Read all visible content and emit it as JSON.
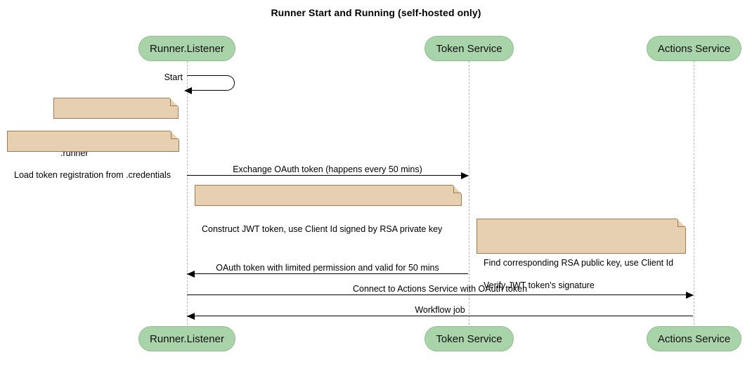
{
  "diagram": {
    "type": "sequence-diagram",
    "title": "Runner Start and Running (self-hosted only)",
    "colors": {
      "participant_fill": "#a9d3a8",
      "participant_border": "#8fbf8e",
      "note_fill": "#e7cfb1",
      "note_border": "#9e7c50",
      "lifeline": "#b6b6b6",
      "arrow": "#000000",
      "background": "#ffffff"
    },
    "participants": [
      {
        "id": "runner",
        "label": "Runner.Listener"
      },
      {
        "id": "token",
        "label": "Token Service"
      },
      {
        "id": "actions",
        "label": "Actions Service"
      }
    ],
    "participants_bottom": [
      {
        "id": "runner",
        "label": "Runner.Listener"
      },
      {
        "id": "token",
        "label": "Token Service"
      },
      {
        "id": "actions",
        "label": "Actions Service"
      }
    ],
    "self_messages": [
      {
        "id": "start",
        "label": "Start",
        "from": "runner",
        "to": "runner"
      }
    ],
    "notes": [
      {
        "id": "note-config",
        "text": "Load config info from .runner",
        "attached_to": "runner"
      },
      {
        "id": "note-credentials",
        "text": "Load token registration from .credentials",
        "attached_to": "runner"
      },
      {
        "id": "note-jwt",
        "text": "Construct JWT token, use Client Id signed by RSA private key",
        "attached_to": "runner"
      },
      {
        "id": "note-verify",
        "line1": "Find corresponding RSA public key, use Client Id",
        "line2": "Verify JWT token's signature",
        "attached_to": "token"
      }
    ],
    "messages": [
      {
        "id": "msg-exchange",
        "label": "Exchange OAuth token (happens every 50 mins)",
        "from": "runner",
        "to": "token",
        "direction": "right"
      },
      {
        "id": "msg-oauth-token",
        "label": "OAuth token with limited permission and valid for 50 mins",
        "from": "token",
        "to": "runner",
        "direction": "left"
      },
      {
        "id": "msg-connect",
        "label": "Connect to Actions Service with OAuth token",
        "from": "runner",
        "to": "actions",
        "direction": "right"
      },
      {
        "id": "msg-workflow-job",
        "label": "Workflow job",
        "from": "actions",
        "to": "runner",
        "direction": "left"
      }
    ]
  }
}
